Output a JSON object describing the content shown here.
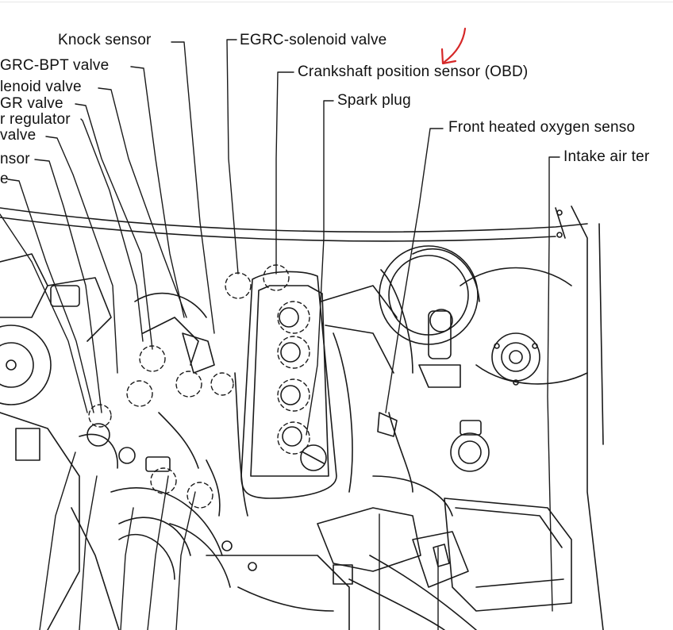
{
  "diagram": {
    "labels": {
      "knock_sensor": "Knock sensor",
      "egrc_solenoid_valve": "EGRC-solenoid valve",
      "egrc_bpt_valve": "GRC-BPT valve",
      "crankshaft_position_sensor": "Crankshaft position sensor (OBD)",
      "solenoid_valve": "lenoid valve",
      "spark_plug": "Spark plug",
      "egr_valve": "GR valve",
      "regulator": "r regulator",
      "front_heated_oxygen_sensor": "Front heated oxygen senso",
      "valve": "valve",
      "intake_air_temp": "Intake air ter",
      "sensor": "nsor",
      "e_fragment": "e"
    },
    "colors": {
      "line_art": "#1a1a1a",
      "annotation_arrow": "#d62828",
      "background": "#ffffff"
    }
  }
}
